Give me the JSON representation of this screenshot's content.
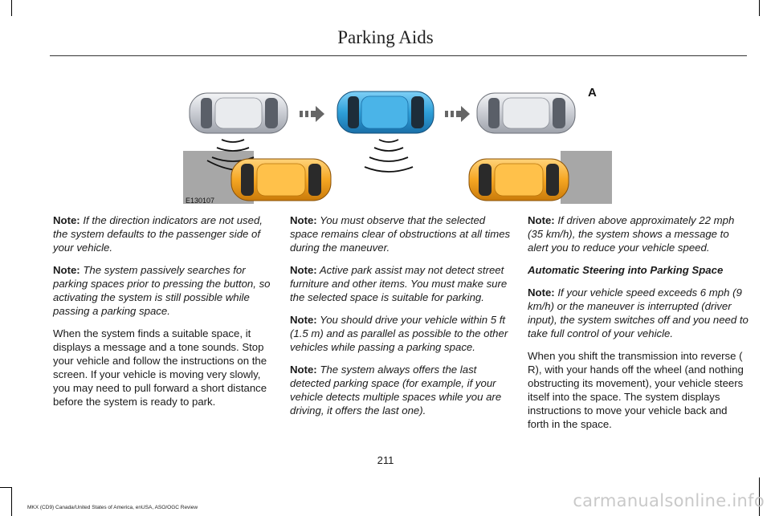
{
  "header": {
    "title": "Parking Aids"
  },
  "figure": {
    "callout": "A",
    "code": "E130107"
  },
  "columns": {
    "col1": {
      "note1_label": "Note:",
      "note1_text": " If the direction indicators are not used, the system defaults to the passenger side of your vehicle.",
      "note2_label": "Note:",
      "note2_text": " The system passively searches for parking spaces prior to pressing the button, so activating the system is still possible while passing a parking space.",
      "para1": "When the system finds a suitable space, it displays a message and a tone sounds. Stop your vehicle and follow the instructions on the screen. If your vehicle is moving very slowly, you may need to pull forward a short distance before the system is ready to park."
    },
    "col2": {
      "note1_label": "Note:",
      "note1_text": " You must observe that the selected space remains clear of obstructions at all times during the maneuver.",
      "note2_label": "Note:",
      "note2_text": " Active park assist may not detect street furniture and other items. You must make sure the selected space is suitable for parking.",
      "note3_label": "Note:",
      "note3_text": " You should drive your vehicle within 5 ft (1.5 m) and as parallel as possible to the other vehicles while passing a parking space.",
      "note4_label": "Note:",
      "note4_text": " The system always offers the last detected parking space (for example, if your vehicle detects multiple spaces while you are driving, it offers the last one)."
    },
    "col3": {
      "note1_label": "Note:",
      "note1_text": " If driven above approximately 22 mph (35 km/h), the system shows a message to alert you to reduce your vehicle speed.",
      "heading": "Automatic Steering into Parking Space",
      "note2_label": "Note:",
      "note2_text": " If your vehicle speed exceeds 6 mph (9 km/h) or the maneuver is interrupted (driver input), the system switches off and you need to take full control of your vehicle.",
      "para1": "When you shift the transmission into reverse ( R), with your hands off the wheel (and nothing obstructing its movement), your vehicle steers itself into the space. The system displays instructions to move your vehicle back and forth in the space."
    }
  },
  "page_number": "211",
  "footer": {
    "text": "MKX (CD9) Canada/United States of America, enUSA, ASO/OGC Review"
  },
  "watermark": {
    "text": "carmanualsonline.info"
  },
  "colors": {
    "blue_car": "#2e9fd8",
    "orange_car": "#f5a623",
    "silver_car": "#d9dbe0",
    "curb": "#a7a7a7"
  }
}
